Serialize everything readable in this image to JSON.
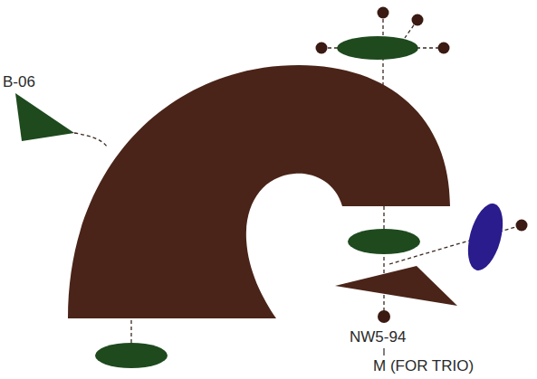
{
  "diagram": {
    "labels": [
      "B-06",
      "NW5-94",
      "M (FOR TRIO)"
    ]
  }
}
